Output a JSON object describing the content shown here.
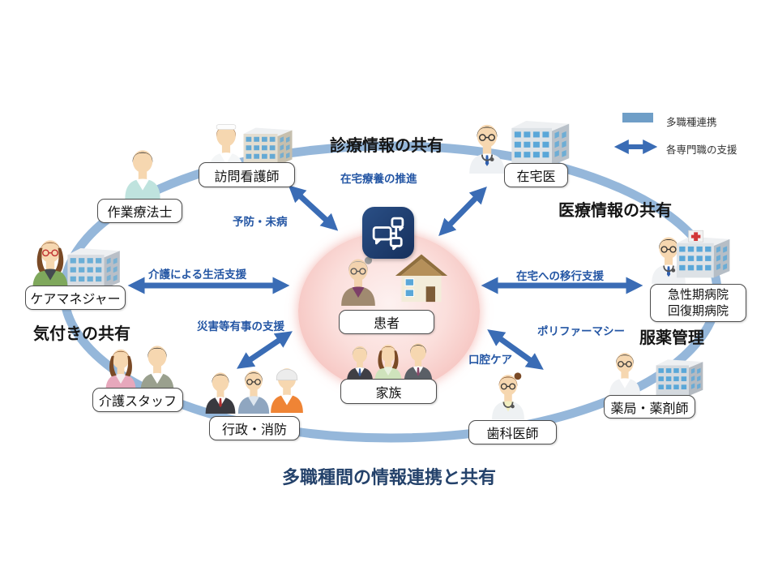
{
  "title": "多職種間の情報連携と共有",
  "legend": {
    "collab": "多職種連携",
    "support": "各専門職の支援"
  },
  "headings": {
    "care_info": "診療情報の共有",
    "medical_info": "医療情報の共有",
    "awareness": "気付きの共有",
    "medication": "服薬管理"
  },
  "flows": {
    "home_care": "在宅療養の推進",
    "prevention": "予防・未病",
    "life_support": "介護による生活支援",
    "disaster": "災害等有事の支援",
    "transition": "在宅への移行支援",
    "polypharmacy": "ポリファーマシー",
    "oral_care": "口腔ケア"
  },
  "center": {
    "patient": "患者",
    "family": "家族"
  },
  "roles": {
    "visiting_nurse": "訪問看護師",
    "occupational_therapist": "作業療法士",
    "home_doctor": "在宅医",
    "care_manager": "ケアマネジャー",
    "acute_hospital_line1": "急性期病院",
    "acute_hospital_line2": "回復期病院",
    "care_staff": "介護スタッフ",
    "admin_fire": "行政・消防",
    "dentist": "歯科医師",
    "pharmacy": "薬局・薬剤師"
  },
  "icons": [
    "chat-network-icon",
    "patient-icon",
    "house-icon",
    "family-icons",
    "visiting-nurse-icon",
    "clinic-building-icon",
    "occupational-therapist-icon",
    "home-doctor-icon",
    "hospital-building-icon",
    "care-manager-icon",
    "office-building-icon",
    "care-staff-icons",
    "admin-fire-icons",
    "dentist-icon",
    "pharmacist-icon",
    "pharmacy-building-icon",
    "acute-doctor-icon",
    "acute-hospital-building-icon",
    "legend-band-swatch",
    "double-arrow-icon"
  ],
  "colors": {
    "arrow_blue": "#3a6cb5",
    "band_blue": "#8fb3d8",
    "flow_label_blue": "#2456a4",
    "title_navy": "#24426b",
    "center_pink": "#f1a9a4",
    "badge_navy": "#16305c",
    "legend_swatch": "#6f9ec7"
  }
}
